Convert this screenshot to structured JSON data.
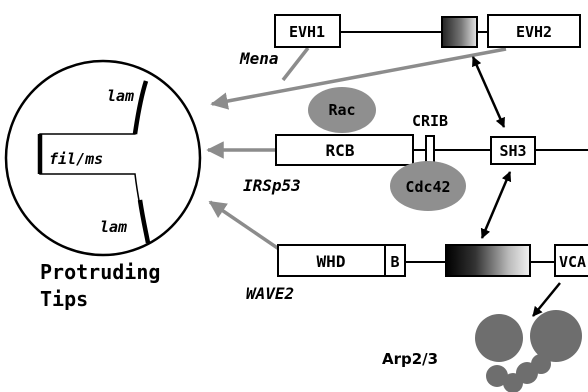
{
  "colors": {
    "line": "#000000",
    "arrow_grey": "#8c8c8c",
    "blob_grey": "#8f8f8f",
    "arp_grey": "#6e6e6e",
    "box_fill": "#ffffff"
  },
  "proteins": {
    "mena": {
      "name": "Mena",
      "domains": {
        "evh1": "EVH1",
        "evh2": "EVH2"
      }
    },
    "irsp53": {
      "name": "IRSp53",
      "domains": {
        "rcb": "RCB",
        "crib": "CRIB",
        "sh3": "SH3"
      }
    },
    "wave2": {
      "name": "WAVE2",
      "domains": {
        "whd": "WHD",
        "b": "B",
        "vca": "VCA"
      }
    }
  },
  "gtpases": {
    "rac": "Rac",
    "cdc42": "Cdc42"
  },
  "complex": {
    "arp": "Arp2/3"
  },
  "cell_tip": {
    "lam_top": "lam",
    "fil": "fil/ms",
    "lam_bottom": "lam",
    "caption_line1": "Protruding",
    "caption_line2": "Tips"
  }
}
